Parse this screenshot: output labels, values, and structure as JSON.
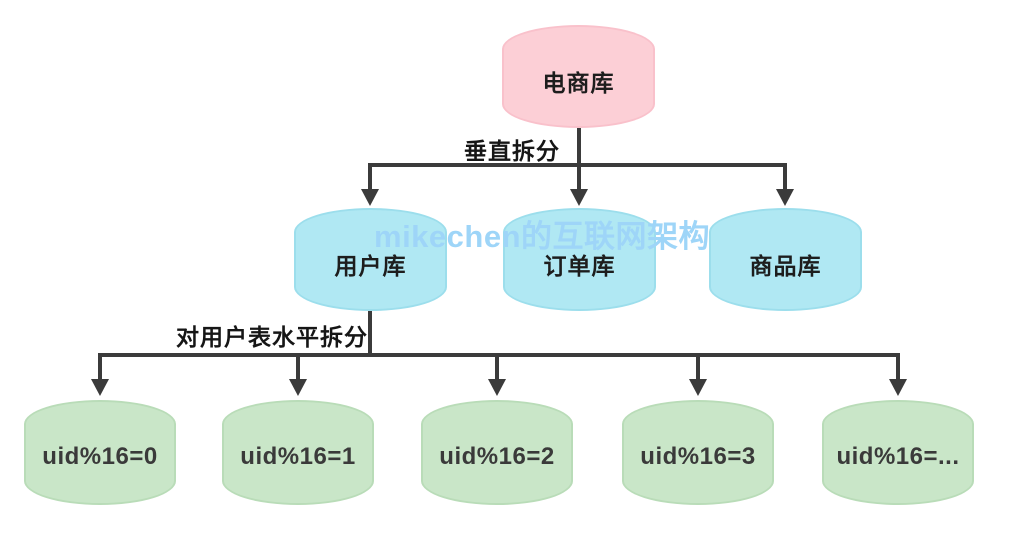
{
  "watermark": {
    "text": "mikechen的互联网架构"
  },
  "edge_labels": {
    "vertical_split": "垂直拆分",
    "horizontal_split": "对用户表水平拆分"
  },
  "root_db": {
    "label": "电商库"
  },
  "vertical_shards": [
    {
      "label": "用户库"
    },
    {
      "label": "订单库"
    },
    {
      "label": "商品库"
    }
  ],
  "horizontal_shards": [
    {
      "label": "uid%16=0"
    },
    {
      "label": "uid%16=1"
    },
    {
      "label": "uid%16=2"
    },
    {
      "label": "uid%16=3"
    },
    {
      "label": "uid%16=..."
    }
  ],
  "colors": {
    "root_fill": "#fccfd6",
    "root_border": "#f9c1cb",
    "mid_fill": "#b0e8f3",
    "mid_border": "#9cdeec",
    "leaf_fill": "#c9e6c8",
    "leaf_border": "#b9dcb8",
    "connector": "#3b3b3b",
    "watermark": "#9ed5f8"
  }
}
